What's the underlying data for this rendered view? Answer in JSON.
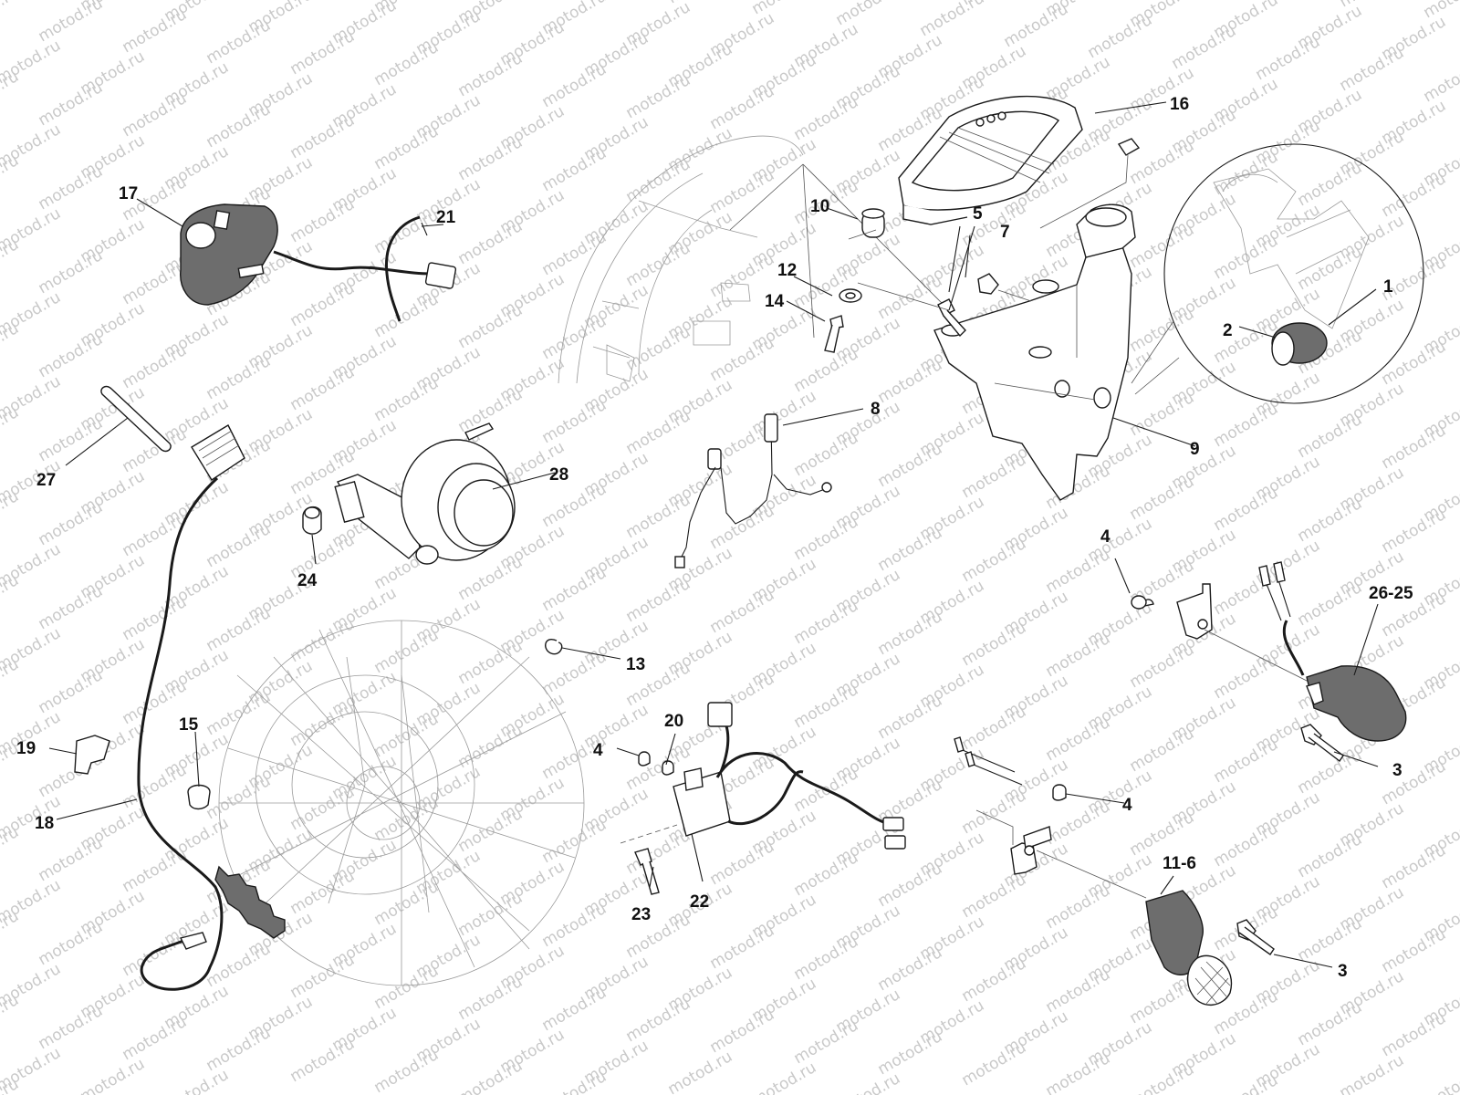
{
  "watermark": "motod.ru",
  "callouts": [
    {
      "id": "c1",
      "text": "1"
    },
    {
      "id": "c2",
      "text": "2"
    },
    {
      "id": "c3a",
      "text": "3"
    },
    {
      "id": "c3b",
      "text": "3"
    },
    {
      "id": "c4a",
      "text": "4"
    },
    {
      "id": "c4b",
      "text": "4"
    },
    {
      "id": "c4c",
      "text": "4"
    },
    {
      "id": "c5",
      "text": "5"
    },
    {
      "id": "c7",
      "text": "7"
    },
    {
      "id": "c8",
      "text": "8"
    },
    {
      "id": "c9",
      "text": "9"
    },
    {
      "id": "c10",
      "text": "10"
    },
    {
      "id": "c11",
      "text": "11-6"
    },
    {
      "id": "c12",
      "text": "12"
    },
    {
      "id": "c13",
      "text": "13"
    },
    {
      "id": "c14",
      "text": "14"
    },
    {
      "id": "c15",
      "text": "15"
    },
    {
      "id": "c16",
      "text": "16"
    },
    {
      "id": "c17",
      "text": "17"
    },
    {
      "id": "c18",
      "text": "18"
    },
    {
      "id": "c19",
      "text": "19"
    },
    {
      "id": "c20",
      "text": "20"
    },
    {
      "id": "c21",
      "text": "21"
    },
    {
      "id": "c22",
      "text": "22"
    },
    {
      "id": "c23",
      "text": "23"
    },
    {
      "id": "c24",
      "text": "24"
    },
    {
      "id": "c26",
      "text": "26-25"
    },
    {
      "id": "c27",
      "text": "27"
    },
    {
      "id": "c28",
      "text": "28"
    }
  ]
}
